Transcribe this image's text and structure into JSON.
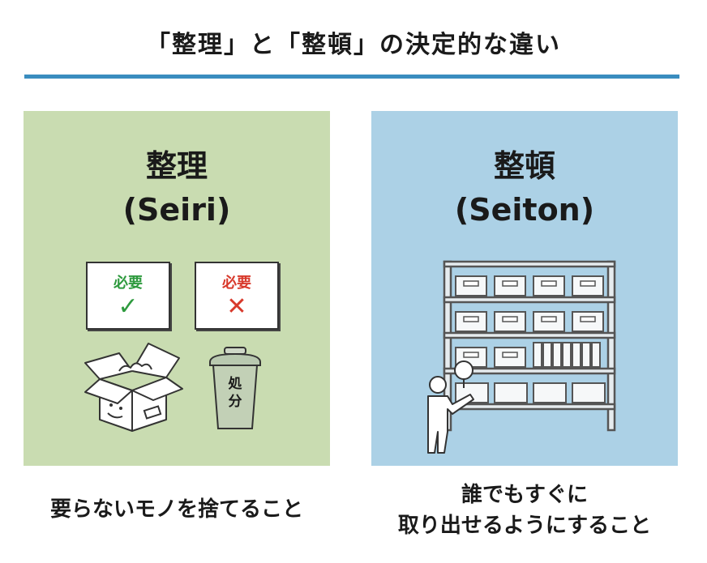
{
  "title": "「整理」と「整頓」の決定的な違い",
  "left": {
    "title": "整理",
    "subtitle": "(Seiri)",
    "needed_card": {
      "label": "必要",
      "mark": "✓",
      "color": "#2e9a3e"
    },
    "unneeded_card": {
      "label": "必要",
      "mark": "✕",
      "color": "#d8392b"
    },
    "bin_label": [
      "処",
      "分"
    ],
    "caption": "要らないモノを捨てること"
  },
  "right": {
    "title": "整頓",
    "subtitle": "(Seiton)",
    "caption_line1": "誰でもすぐに",
    "caption_line2": "取り出せるようにすること"
  },
  "colors": {
    "accent_rule": "#3a8dbf",
    "left_panel": "#c9dcb1",
    "right_panel": "#acd1e6"
  }
}
